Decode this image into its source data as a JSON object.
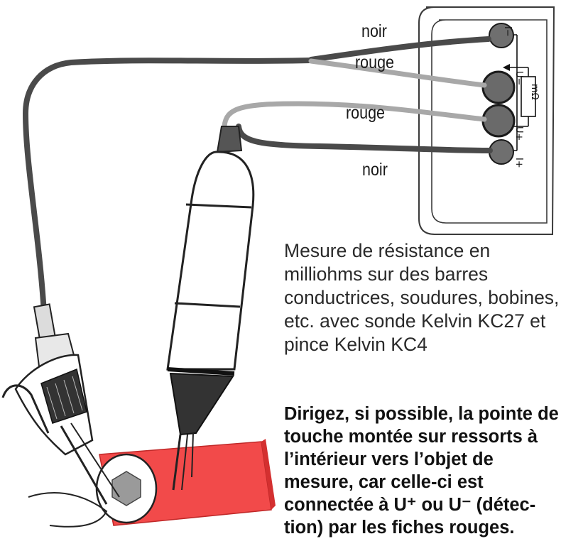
{
  "wire_labels": {
    "top_black": "noir",
    "top_red": "rouge",
    "bottom_red": "rouge",
    "bottom_black": "noir"
  },
  "instrument": {
    "terminal_minus": "I−",
    "terminal_u_minus": "U−",
    "terminal_u_plus": "U+",
    "terminal_plus": "I+",
    "resistance_unit": "mΩ"
  },
  "caption": "Mesure de résistance en milliohms sur des barres conductrices, soudures, bobines, etc. avec sonde Kelvin KC27 et pince Kelvin KC4",
  "note": "Dirigez, si possible, la pointe de\ntouche montée sur ressorts à\nl’intérieur vers l’objet de\nmesure, car celle-ci est\nconnectée à U⁺ ou U⁻ (détec-\ntion) par les fiches rouges.",
  "colors": {
    "black_lead": "#4a4a4a",
    "red_lead": "#a8a8a8",
    "bar": "#f24a4a",
    "terminal": "#6f6f6f"
  }
}
